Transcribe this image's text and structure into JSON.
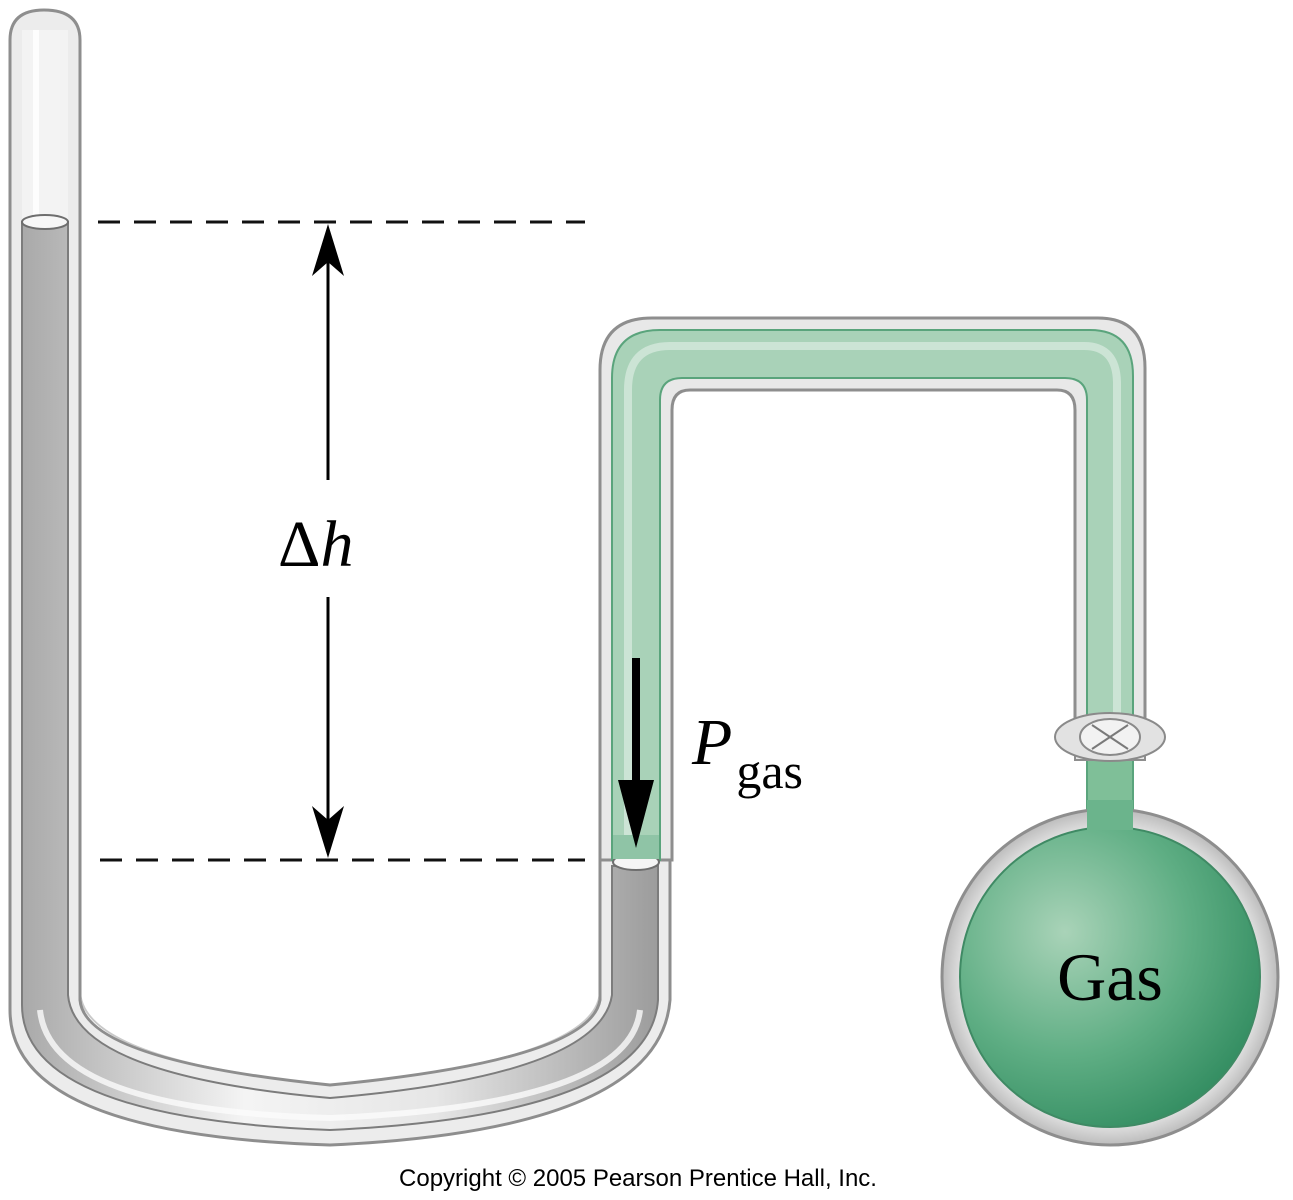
{
  "labels": {
    "delta_symbol": "Δ",
    "height_var": "h",
    "pressure_var": "P",
    "pressure_subscript": "gas",
    "bulb_label": "Gas",
    "copyright": "Copyright © 2005 Pearson Prentice Hall, Inc."
  },
  "colors": {
    "gas_green": "#5aad82",
    "gas_green_light": "#b7d8c4",
    "glass_gray": "#d9d9d9",
    "outline": "#8a8a8a"
  }
}
